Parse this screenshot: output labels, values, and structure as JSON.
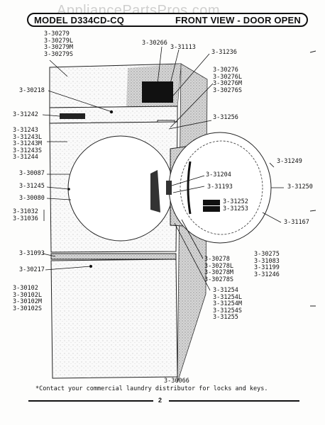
{
  "watermark": "AppliancePartsPros.com",
  "header": {
    "model": "MODEL D334CD-CQ",
    "view": "FRONT VIEW - DOOR OPEN"
  },
  "labels": {
    "l_30279": "3-30279\n3-30279L\n3-30279M\n3-30279S",
    "l_30266": "3-30266",
    "l_31113": "3-31113",
    "l_31236": "3-31236",
    "l_30276": "3-30276\n3-30276L\n3-30276M\n3-30276S",
    "l_30218": "3-30218",
    "l_31242": "3-31242",
    "l_31256": "3-31256",
    "l_31243": "3-31243\n3-31243L\n3-31243M\n3-31243S\n3-31244",
    "l_31249": "3-31249",
    "l_30087": "3-30087",
    "l_31204": "3-31204",
    "l_31193": "3-31193",
    "l_31250": "3-31250",
    "l_31245": "3-31245",
    "l_30080": "3-30080",
    "l_31252": "3-31252\n3-31253",
    "l_31032": "3-31032\n3-31036",
    "l_31167": "3-31167",
    "l_30275": "3-30275\n3-31083\n3-31199\n3-31246",
    "l_31093": "3-31093",
    "l_30278": "3-30278\n3-30278L\n3-30278M\n3-30278S",
    "l_30217": "3-30217",
    "l_30102": "3-30102\n3-30102L\n3-30102M\n3-30102S",
    "l_31254": "3-31254\n3-31254L\n3-31254M\n3-31254S\n3-31255",
    "l_30066": "3-30066"
  },
  "footer": {
    "note": "*Contact your commercial laundry distributor for locks and keys.",
    "page": "2"
  }
}
